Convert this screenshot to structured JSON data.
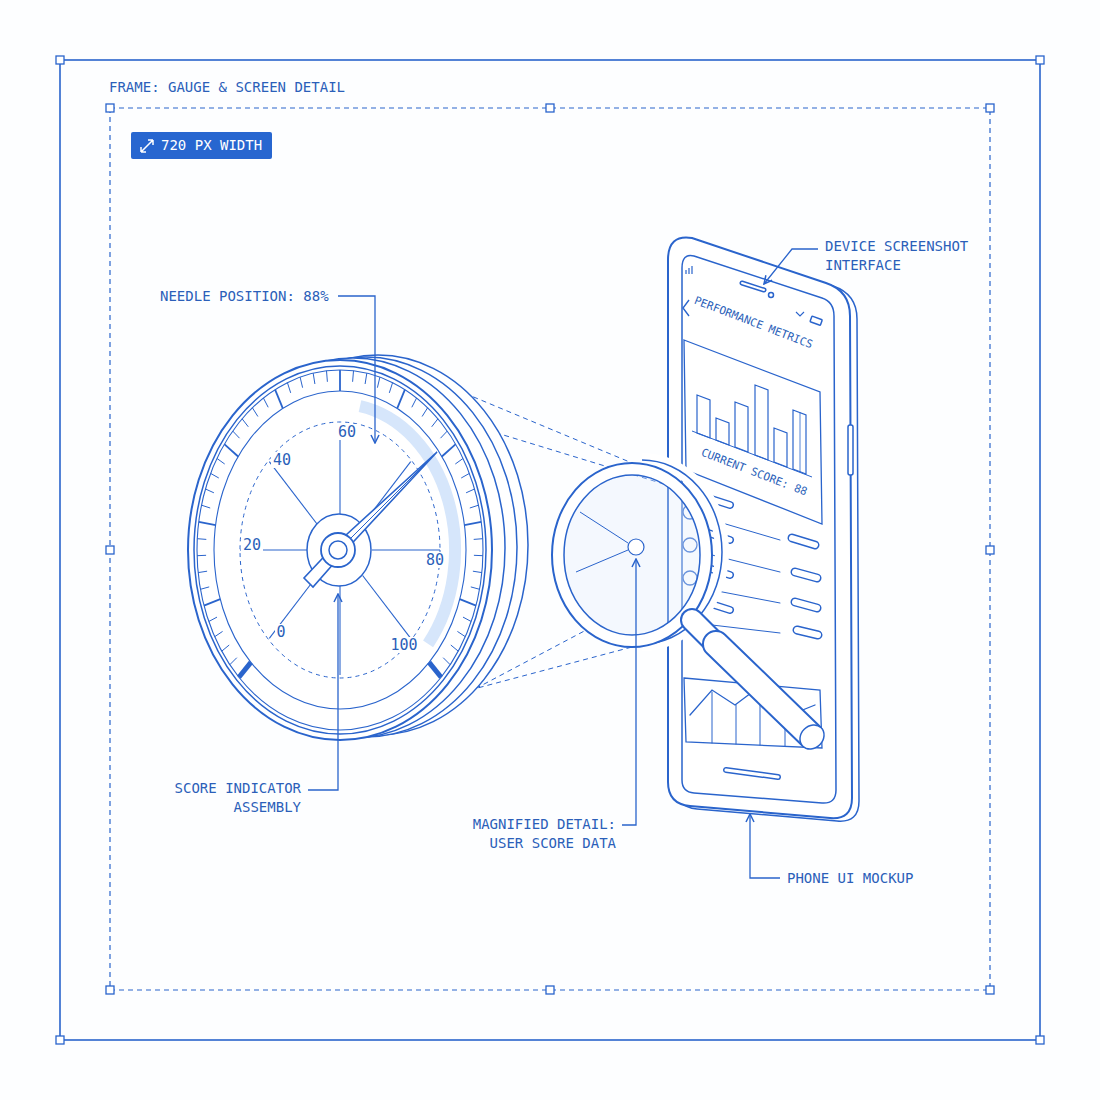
{
  "diagram": {
    "title": "FRAME: GAUGE & SCREEN DETAIL",
    "nodes": [
      {
        "text": [
          "720 PX WIDTH"
        ]
      }
    ],
    "labels": [
      "NEEDLE POSITION: 88%",
      "SCORE INDICATOR ASSEMBLY",
      "MAGNIFIED DETAIL: USER SCORE DATA",
      "PHONE UI MOCKUP",
      "DEVICE SCREENSHOT INTERFACE",
      "0",
      "20",
      "40",
      "60",
      "80",
      "100",
      "PERFORMANCE METRICS",
      "CURRENT SCORE: 88"
    ]
  }
}
